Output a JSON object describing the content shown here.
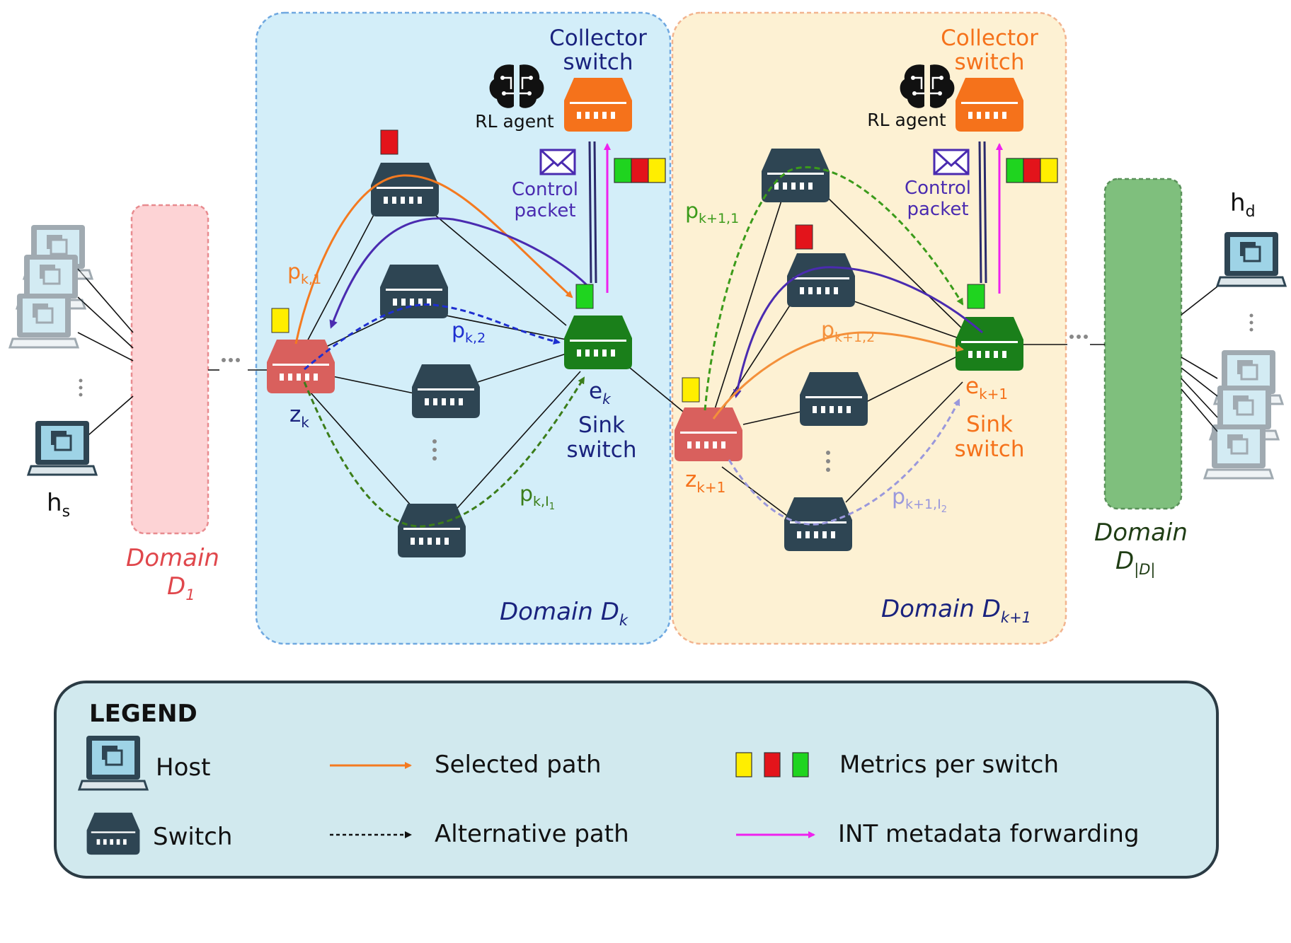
{
  "domains": {
    "d1": {
      "label_line1": "Domain",
      "label_line2": "D",
      "label_sub": "1",
      "color": "#e0474c"
    },
    "dk": {
      "label": "Domain D",
      "label_sub": "k",
      "bg": "#d3eef9",
      "border": "#6fa8e0",
      "text_color": "#1a237e"
    },
    "dk1": {
      "label": "Domain D",
      "label_sub": "k+1",
      "bg": "#fdf1d3",
      "border": "#f2b48f",
      "text_color": "#1a237e"
    },
    "dlast": {
      "label_line1": "Domain",
      "label_line2": "D",
      "label_sub": "|D|",
      "color": "#1f3d14"
    }
  },
  "hosts": {
    "source": {
      "label": "h",
      "sub": "s"
    },
    "dest": {
      "label": "h",
      "sub": "d"
    }
  },
  "dk_switches": {
    "collector_line1": "Collector",
    "collector_line2": "switch",
    "rl_agent": "RL agent",
    "control_line1": "Control",
    "control_line2": "packet",
    "ingress": {
      "label": "z",
      "sub": "k"
    },
    "egress": {
      "label": "e",
      "sub": "k"
    },
    "sink_line1": "Sink",
    "sink_line2": "switch"
  },
  "dk1_switches": {
    "collector_line1": "Collector",
    "collector_line2": "switch",
    "rl_agent": "RL agent",
    "control_line1": "Control",
    "control_line2": "packet",
    "ingress": {
      "label": "z",
      "sub": "k+1"
    },
    "egress": {
      "label": "e",
      "sub": "k+1"
    },
    "sink_line1": "Sink",
    "sink_line2": "switch"
  },
  "paths": {
    "pk1": {
      "label": "p",
      "sub": "k,1",
      "color": "#f47a20"
    },
    "pk2": {
      "label": "p",
      "sub": "k,2",
      "color": "#1e2fd0"
    },
    "pkI1": {
      "label": "p",
      "sub": "k,I",
      "subsub": "1",
      "color": "#3b7d1a"
    },
    "pk11": {
      "label": "p",
      "sub": "k+1,1",
      "color": "#3b9b1a"
    },
    "pk12": {
      "label": "p",
      "sub": "k+1,2",
      "color": "#f4903a"
    },
    "pk1I2": {
      "label": "p",
      "sub": "k+1,I",
      "subsub": "2",
      "color": "#9a98dc"
    }
  },
  "legend": {
    "title": "LEGEND",
    "host": "Host",
    "switch": "Switch",
    "selected_path": "Selected path",
    "alternative_path": "Alternative path",
    "metrics": "Metrics per switch",
    "int_forwarding": "INT metadata forwarding"
  },
  "colors": {
    "switch_dark": "#2e4553",
    "switch_red": "#d9605d",
    "switch_green": "#1a7f1a",
    "switch_orange": "#f5721b",
    "metric_yellow": "#ffee00",
    "metric_red": "#e3141b",
    "metric_green": "#1fd41f",
    "int_magenta": "#ee22ee",
    "control_purple": "#4a2bb0"
  }
}
